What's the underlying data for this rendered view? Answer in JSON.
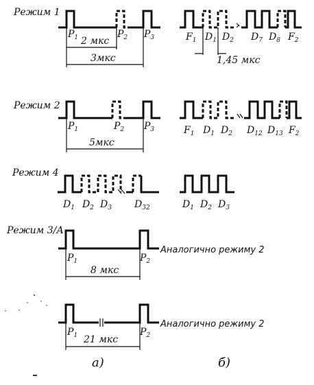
{
  "modes": {
    "m1": "Режим 1",
    "m2": "Режим 2",
    "m4": "Режим 4",
    "m3a": "Режим 3/А"
  },
  "labels": {
    "P": "P",
    "F": "F",
    "D": "D",
    "s1": "1",
    "s2": "2",
    "s3": "3",
    "s7": "7",
    "s8": "8",
    "s12": "12",
    "s13": "13",
    "s32": "32"
  },
  "intervals": {
    "t2": "2 мкс",
    "t3": "3мкс",
    "t145": "1,45 мкс",
    "t5": "5мкс",
    "t8": "8 мкс",
    "t21": "21 мкс"
  },
  "notes": {
    "same_as_mode2": "Аналогично режиму 2"
  },
  "captions": {
    "a": "а)",
    "b": "б)"
  }
}
